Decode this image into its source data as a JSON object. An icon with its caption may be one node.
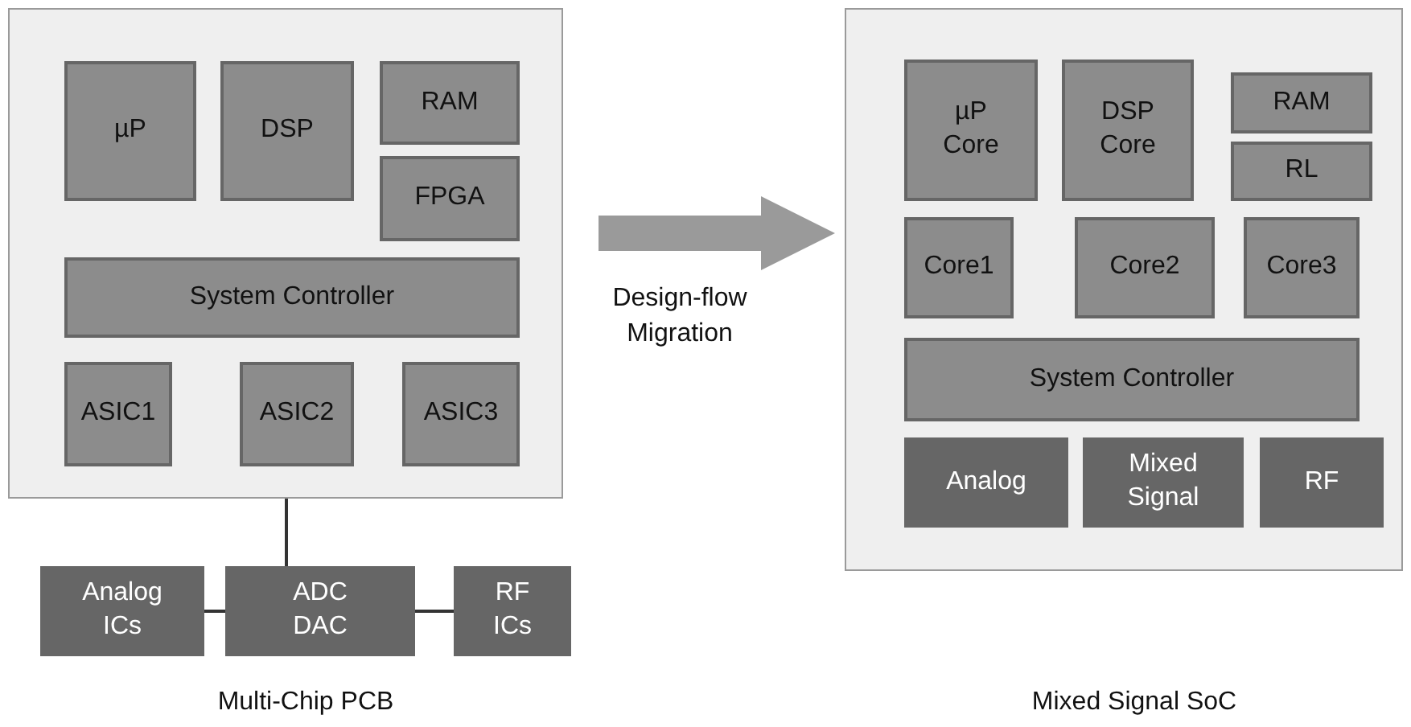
{
  "diagram": {
    "nodes": [
      {
        "text": [],
        "shape": "box"
      },
      {
        "text": [
          "µP"
        ],
        "in": 0
      },
      {
        "text": [
          "DSP"
        ],
        "in": 0
      },
      {
        "text": [
          "RAM"
        ],
        "in": 0
      },
      {
        "text": [
          "FPGA"
        ],
        "in": 0
      },
      {
        "text": [
          "System Controller"
        ],
        "in": 0
      },
      {
        "text": [
          "ASIC1"
        ],
        "in": 0
      },
      {
        "text": [
          "ASIC2"
        ],
        "in": 0
      },
      {
        "text": [
          "ASIC3"
        ],
        "in": 0
      },
      {
        "text": [
          "Analog ICs"
        ]
      },
      {
        "text": [
          "ADC DAC"
        ]
      },
      {
        "text": [
          "RF ICs"
        ]
      },
      {
        "text": [],
        "shape": "box"
      },
      {
        "text": [
          "µP Core"
        ],
        "in": 12
      },
      {
        "text": [
          "DSP Core"
        ],
        "in": 12
      },
      {
        "text": [
          "RAM"
        ],
        "in": 12
      },
      {
        "text": [
          "RL"
        ],
        "in": 12
      },
      {
        "text": [
          "Core1"
        ],
        "in": 12
      },
      {
        "text": [
          "Core2"
        ],
        "in": 12
      },
      {
        "text": [
          "Core3"
        ],
        "in": 12
      },
      {
        "text": [
          "System Controller"
        ],
        "in": 12
      },
      {
        "text": [
          "Analog"
        ],
        "in": 12
      },
      {
        "text": [
          "Mixed Signal"
        ],
        "in": 12
      },
      {
        "text": [
          "RF"
        ],
        "in": 12
      }
    ],
    "edges": [
      {
        "from": 0,
        "to": 10,
        "arrow": "none"
      },
      {
        "from": 9,
        "to": 10,
        "arrow": "none"
      },
      {
        "from": 10,
        "to": 11,
        "arrow": "none"
      },
      {
        "from": 0,
        "to": 12,
        "arrow": "to",
        "label": "Design-flow Migration",
        "style": "thick",
        "color": "#9a9a9a"
      }
    ],
    "labels": [
      "Multi-Chip PCB",
      "Mixed Signal SoC"
    ]
  }
}
